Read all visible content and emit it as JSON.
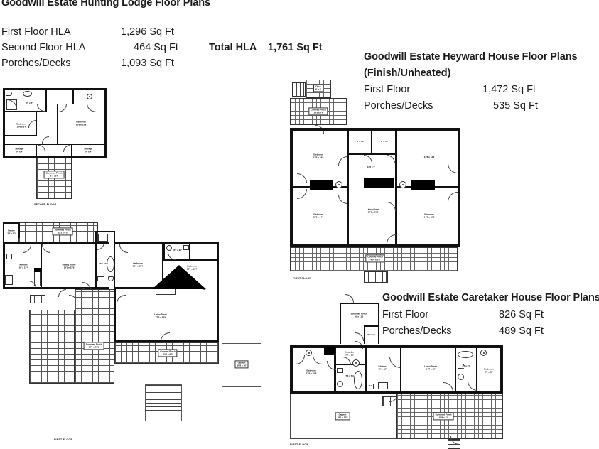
{
  "lodge": {
    "title": "Goodwill Estate Hunting Lodge Floor Plans",
    "rows": [
      {
        "label": "First Floor   HLA",
        "value": "1,296 Sq Ft"
      },
      {
        "label": "Second Floor HLA",
        "value": "464 Sq Ft"
      },
      {
        "label": "Porches/Decks",
        "value": "1,093 Sq Ft"
      }
    ],
    "total_label": "Total HLA",
    "total_value": "1,761 Sq Ft",
    "second_floor_footer": "SECOND FLOOR",
    "first_floor_footer": "FIRST FLOOR",
    "second_floor_rooms": [
      {
        "name": "Bedroom",
        "dim": "10'6 x 8'6"
      },
      {
        "name": "Bedroom",
        "dim": "11'6 x 13'6"
      },
      {
        "name": "Storage",
        "dim": "8'6 x 4'"
      },
      {
        "name": "Storage",
        "dim": "8'6 x 4'"
      },
      {
        "name": "Screened Porch",
        "dim": "8' x 13'6"
      },
      {
        "name": "",
        "dim": "8'2 x 7'"
      }
    ],
    "first_floor_rooms": [
      {
        "name": "Pantry",
        "dim": "3'3 x 5'3"
      },
      {
        "name": "Kitchen",
        "dim": "10' x 13'4"
      },
      {
        "name": "Dining Room",
        "dim": "10'1 x 13'9"
      },
      {
        "name": "Screened Porch",
        "dim": "23'2 x 6'5"
      },
      {
        "name": "",
        "dim": "8' x 11'2"
      },
      {
        "name": "Bedroom",
        "dim": "13'4 x 13'4"
      },
      {
        "name": "Bedroom",
        "dim": "13'4 x 13'4"
      },
      {
        "name": "",
        "dim": "8'2 x 2'7"
      },
      {
        "name": "Living Room",
        "dim": "27'3 x 14'5"
      },
      {
        "name": "Screened Porch",
        "dim": "12'9 x 26'1"
      },
      {
        "name": "Covered Porch",
        "dim": "15'5 x 6'2"
      },
      {
        "name": "Carport",
        "dim": "10'6 x 16'"
      },
      {
        "name": "Pantry",
        "dim": ""
      },
      {
        "name": "Stairs",
        "dim": ""
      }
    ]
  },
  "heyward": {
    "title": "Goodwill Estate Heyward House Floor Plans",
    "subtitle": "(Finish/Unheated)",
    "rows": [
      {
        "label": "First Floor",
        "value": "1,472 Sq Ft"
      },
      {
        "label": "Porches/Decks",
        "value": "535  Sq Ft"
      }
    ],
    "first_floor_footer": "FIRST FLOOR",
    "rooms": [
      {
        "name": "Deck",
        "dim": "6' x 8'"
      },
      {
        "name": "Covered Porch",
        "dim": "14'3 x 7'6"
      },
      {
        "name": "Bedroom",
        "dim": "13'8 x 14'4"
      },
      {
        "name": "Bedroom",
        "dim": "13'8 x 14'4"
      },
      {
        "name": "",
        "dim": "8' x 5'2"
      },
      {
        "name": "",
        "dim": "8' x 5'2"
      },
      {
        "name": "",
        "dim": "14'6 x 7'"
      },
      {
        "name": "Living Room",
        "dim": "14'6 x 20'2"
      },
      {
        "name": "",
        "dim": "14'6 x 12'2"
      },
      {
        "name": "Bedroom",
        "dim": "14'6 x 12'2"
      },
      {
        "name": "Covered Porch",
        "dim": "46'6 x 6'9"
      }
    ]
  },
  "caretaker": {
    "title": "Goodwill Estate Caretaker House Floor Plans",
    "rows": [
      {
        "label": "First Floor",
        "value": "826 Sq Ft"
      },
      {
        "label": "Porches/Decks",
        "value": "489 Sq Ft"
      }
    ],
    "first_floor_footer": "FIRST FLOOR",
    "rooms": [
      {
        "name": "Screened Porch",
        "dim": "16' x 11'1"
      },
      {
        "name": "Storage",
        "dim": ""
      },
      {
        "name": "Bedroom",
        "dim": "11'6 x 10'8"
      },
      {
        "name": "Laundry",
        "dim": "7'7 x 6'2"
      },
      {
        "name": "",
        "dim": "7'6 x 7'3"
      },
      {
        "name": "Kitchen",
        "dim": "10' x 12'"
      },
      {
        "name": "Living Room",
        "dim": "14'7 x 12'"
      },
      {
        "name": "",
        "dim": "4'5 x 6'6"
      },
      {
        "name": "Bedroom",
        "dim": "8'5 x 12'"
      },
      {
        "name": "Carport",
        "dim": "28'1 x 12'8"
      },
      {
        "name": "Screened Porch",
        "dim": "18'4 x 12'"
      },
      {
        "name": "Ref",
        "dim": ""
      }
    ]
  }
}
